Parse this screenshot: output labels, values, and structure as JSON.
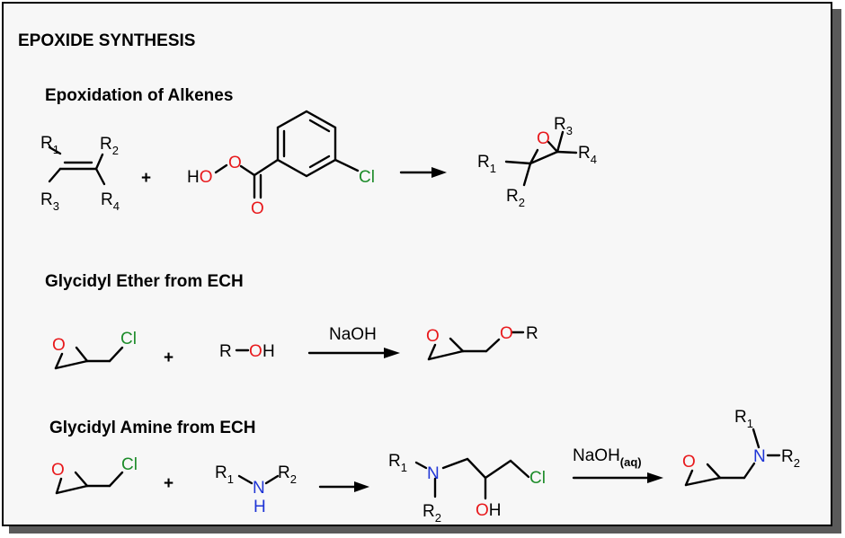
{
  "title": "EPOXIDE SYNTHESIS",
  "sections": {
    "alkenes": {
      "heading": "Epoxidation of Alkenes",
      "plus": "+",
      "alkene_groups": {
        "r1": "R",
        "r1_sub": "1",
        "r2": "R",
        "r2_sub": "2",
        "r3": "R",
        "r3_sub": "3",
        "r4": "R",
        "r4_sub": "4"
      },
      "peracid": {
        "ho": "HO",
        "o_peroxy": "O",
        "o_carbonyl": "O",
        "cl": "Cl"
      },
      "product": {
        "o": "O",
        "r1": "R",
        "r1_sub": "1",
        "r2": "R",
        "r2_sub": "2",
        "r3": "R",
        "r3_sub": "3",
        "r4": "R",
        "r4_sub": "4"
      }
    },
    "ether": {
      "heading": "Glycidyl Ether from ECH",
      "plus": "+",
      "ech": {
        "o": "O",
        "cl": "Cl"
      },
      "alcohol": {
        "r": "R",
        "o": "O",
        "h": "H"
      },
      "reagent": "NaOH",
      "product": {
        "o_ring": "O",
        "o_ether": "O",
        "r": "R"
      }
    },
    "amine": {
      "heading": "Glycidyl Amine from ECH",
      "plus": "+",
      "ech": {
        "o": "O",
        "cl": "Cl"
      },
      "amine": {
        "r1": "R",
        "r1_sub": "1",
        "n": "N",
        "h": "H",
        "r2": "R",
        "r2_sub": "2"
      },
      "intermediate": {
        "r1": "R",
        "r1_sub": "1",
        "n": "N",
        "r2": "R",
        "r2_sub": "2",
        "oh_o": "O",
        "oh_h": "H",
        "cl": "Cl"
      },
      "reagent": "NaOH",
      "reagent_sub": "(aq)",
      "product": {
        "o": "O",
        "n": "N",
        "r1": "R",
        "r1_sub": "1",
        "r2": "R",
        "r2_sub": "2"
      }
    }
  },
  "colors": {
    "oxygen": "#e8191c",
    "chlorine": "#1d8c2a",
    "nitrogen": "#1f35d6",
    "bond": "#000000",
    "text": "#000000"
  }
}
